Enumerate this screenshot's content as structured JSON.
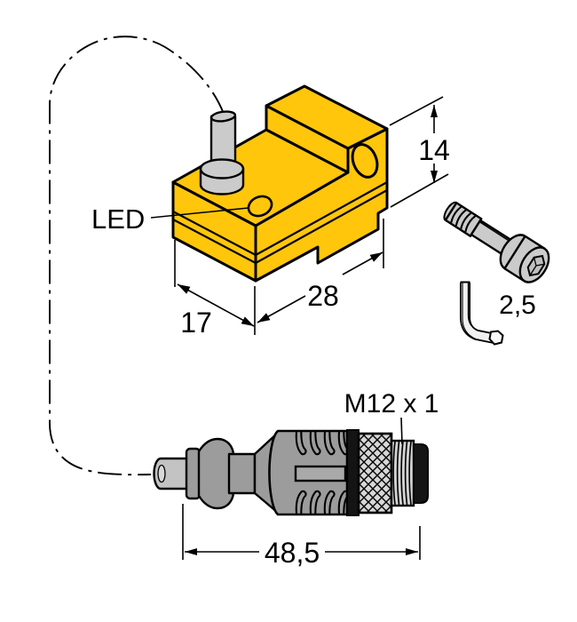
{
  "colors": {
    "background": "#FFFFFF",
    "outline": "#000000",
    "sensor_yellow": "#FFC60B",
    "metal_grey": "#CBCBCB",
    "connector_grey": "#9C9C9C",
    "knurl_grey": "#D7D7D7",
    "thread_grey": "#D2D2D2",
    "cable_grey": "#C3C3C3",
    "slot_grey": "#A9A9A9",
    "hex_key_fill": "#F0F0F0",
    "ring_black": "#141414"
  },
  "labels": {
    "led": "LED",
    "connector_thread": "M12 x 1"
  },
  "dimensions": {
    "sensor_height": "14",
    "sensor_width": "17",
    "sensor_length": "28",
    "hex_key_size": "2,5",
    "connector_length": "48,5"
  }
}
